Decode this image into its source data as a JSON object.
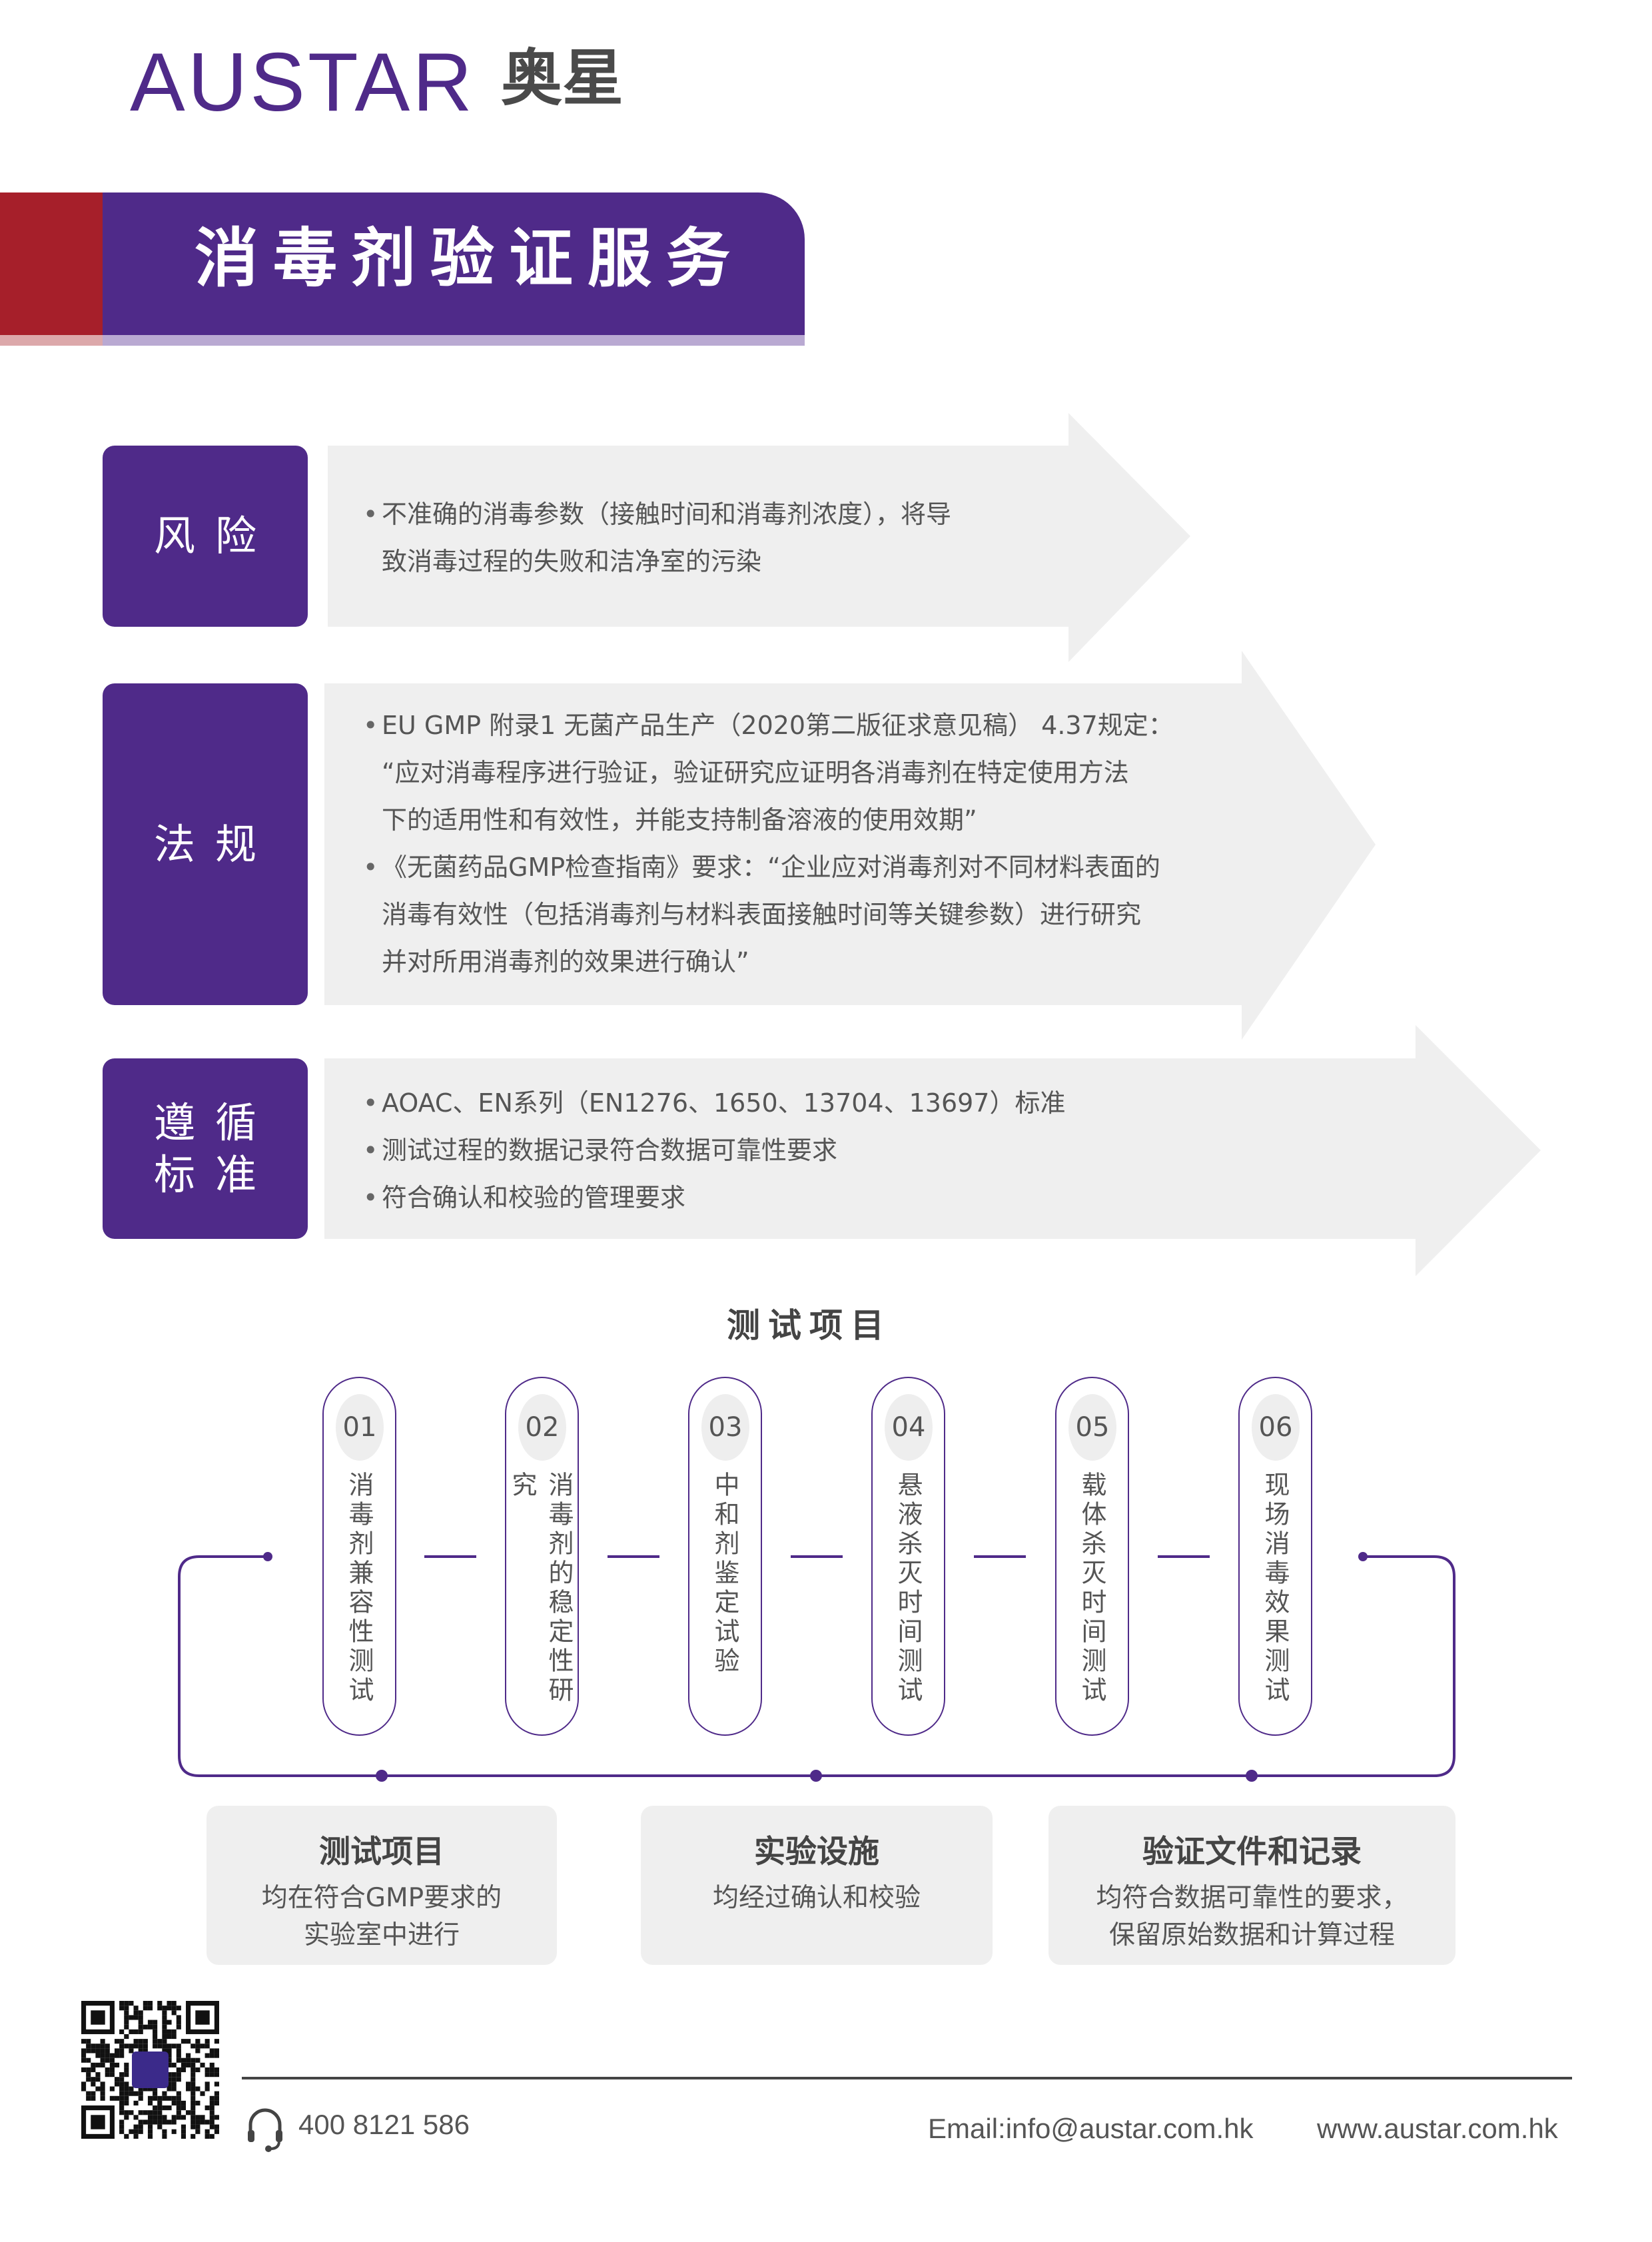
{
  "logo": {
    "en": "AUSTAR",
    "cn": "奥星"
  },
  "banner": {
    "title": "消毒剂验证服务",
    "colors": {
      "purple": "#4f2a89",
      "red": "#a61f2a"
    }
  },
  "rows": [
    {
      "label_lines": [
        "风险"
      ],
      "lines": [
        {
          "bullet": true,
          "text": "不准确的消毒参数（接触时间和消毒剂浓度），将导"
        },
        {
          "bullet": false,
          "text": "致消毒过程的失败和洁净室的污染"
        }
      ]
    },
    {
      "label_lines": [
        "法规"
      ],
      "lines": [
        {
          "bullet": true,
          "text": "EU GMP 附录1  无菌产品生产（2020第二版征求意见稿） 4.37规定："
        },
        {
          "bullet": false,
          "text": "“应对消毒程序进行验证，验证研究应证明各消毒剂在特定使用方法"
        },
        {
          "bullet": false,
          "text": "下的适用性和有效性，并能支持制备溶液的使用效期”"
        },
        {
          "bullet": true,
          "text": "《无菌药品GMP检查指南》要求：“企业应对消毒剂对不同材料表面的"
        },
        {
          "bullet": false,
          "text": "消毒有效性（包括消毒剂与材料表面接触时间等关键参数）进行研究"
        },
        {
          "bullet": false,
          "text": "并对所用消毒剂的效果进行确认”"
        }
      ]
    },
    {
      "label_lines": [
        "遵循",
        "标准"
      ],
      "lines": [
        {
          "bullet": true,
          "text": "AOAC、EN系列（EN1276、1650、13704、13697）标准"
        },
        {
          "bullet": true,
          "text": "测试过程的数据记录符合数据可靠性要求"
        },
        {
          "bullet": true,
          "text": "符合确认和校验的管理要求"
        }
      ]
    }
  ],
  "tests": {
    "heading": "测试项目",
    "items": [
      {
        "num": "01",
        "name": "消毒剂兼容性测试"
      },
      {
        "num": "02",
        "name": "消毒剂的稳定性研究"
      },
      {
        "num": "03",
        "name": "中和剂鉴定试验"
      },
      {
        "num": "04",
        "name": "悬液杀灭时间测试"
      },
      {
        "num": "05",
        "name": "载体杀灭时间测试"
      },
      {
        "num": "06",
        "name": "现场消毒效果测试"
      }
    ]
  },
  "features": [
    {
      "title": "测试项目",
      "desc": [
        "均在符合GMP要求的",
        "实验室中进行"
      ]
    },
    {
      "title": "实验设施",
      "desc": [
        "均经过确认和校验"
      ]
    },
    {
      "title": "验证文件和记录",
      "desc": [
        "均符合数据可靠性的要求，",
        "保留原始数据和计算过程"
      ]
    }
  ],
  "footer": {
    "phone": "400 8121 586",
    "email": "Email:info@austar.com.hk",
    "website": "www.austar.com.hk"
  }
}
